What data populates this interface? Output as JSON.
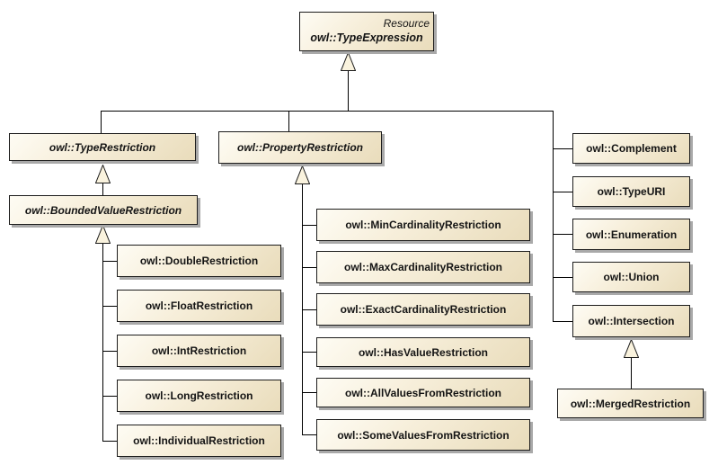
{
  "diagram": {
    "kind": "UML class generalization diagram",
    "colors": {
      "background": "#ffffff",
      "node_fill_light": "#fefcf4",
      "node_fill_dark": "#e9dcbb",
      "node_border": "#1c1c1c",
      "node_shadow": "#a9a9a9",
      "connector": "#000000",
      "arrow_fill": "#faf3de"
    }
  },
  "nodes": {
    "typeExpression": {
      "stereotype": "Resource",
      "label": "owl::TypeExpression"
    },
    "typeRestriction": {
      "label": "owl::TypeRestriction"
    },
    "boundedValueRestriction": {
      "label": "owl::BoundedValueRestriction"
    },
    "doubleRestriction": {
      "label": "owl::DoubleRestriction"
    },
    "floatRestriction": {
      "label": "owl::FloatRestriction"
    },
    "intRestriction": {
      "label": "owl::IntRestriction"
    },
    "longRestriction": {
      "label": "owl::LongRestriction"
    },
    "individualRestriction": {
      "label": "owl::IndividualRestriction"
    },
    "propertyRestriction": {
      "label": "owl::PropertyRestriction"
    },
    "minCardinalityRestriction": {
      "label": "owl::MinCardinalityRestriction"
    },
    "maxCardinalityRestriction": {
      "label": "owl::MaxCardinalityRestriction"
    },
    "exactCardinalityRestriction": {
      "label": "owl::ExactCardinalityRestriction"
    },
    "hasValueRestriction": {
      "label": "owl::HasValueRestriction"
    },
    "allValuesFromRestriction": {
      "label": "owl::AllValuesFromRestriction"
    },
    "someValuesFromRestriction": {
      "label": "owl::SomeValuesFromRestriction"
    },
    "complement": {
      "label": "owl::Complement"
    },
    "typeURI": {
      "label": "owl::TypeURI"
    },
    "enumeration": {
      "label": "owl::Enumeration"
    },
    "union": {
      "label": "owl::Union"
    },
    "intersection": {
      "label": "owl::Intersection"
    },
    "mergedRestriction": {
      "label": "owl::MergedRestriction"
    }
  }
}
